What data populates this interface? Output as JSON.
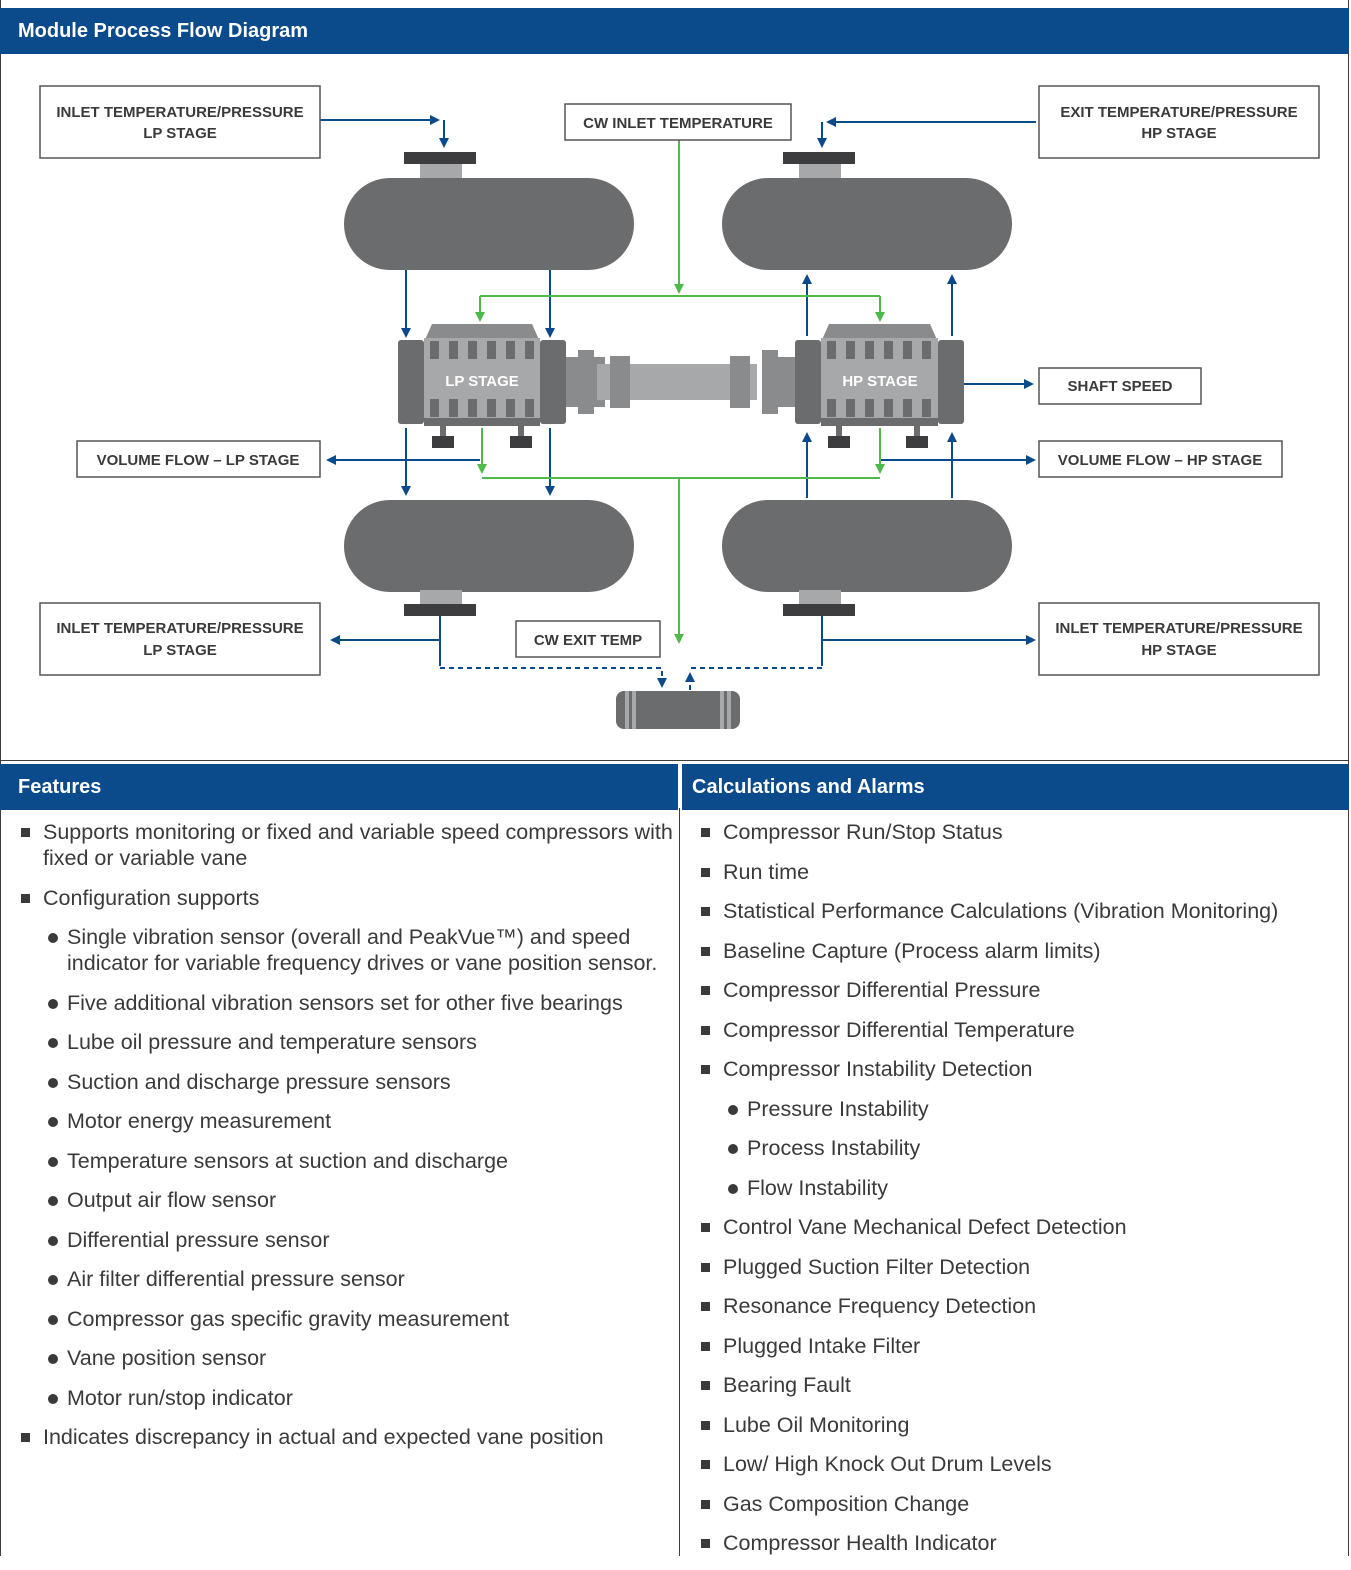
{
  "title": "Module Process Flow Diagram",
  "diagram": {
    "labels": {
      "inlet_lp_top": [
        "INLET TEMPERATURE/PRESSURE",
        "LP STAGE"
      ],
      "cw_inlet": "CW INLET TEMPERATURE",
      "exit_hp_top": [
        "EXIT TEMPERATURE/PRESSURE",
        "HP STAGE"
      ],
      "lp_stage": "LP STAGE",
      "hp_stage": "HP STAGE",
      "shaft_speed": "SHAFT SPEED",
      "volume_flow_lp": "VOLUME FLOW – LP STAGE",
      "volume_flow_hp": "VOLUME FLOW – HP STAGE",
      "inlet_lp_bottom": [
        "INLET TEMPERATURE/PRESSURE",
        "LP STAGE"
      ],
      "cw_exit": "CW EXIT TEMP",
      "inlet_hp_bottom": [
        "INLET TEMPERATURE/PRESSURE",
        "HP STAGE"
      ]
    },
    "colors": {
      "signal_blue": "#0b4a8b",
      "cooling_water_green": "#4fba4b",
      "equipment_gray": "#6b6c6e"
    }
  },
  "features": {
    "title": "Features",
    "items": [
      {
        "level": 1,
        "text": "Supports monitoring or fixed and variable speed compressors with fixed or variable vane"
      },
      {
        "level": 1,
        "text": "Configuration supports"
      },
      {
        "level": 2,
        "text": "Single vibration sensor (overall and PeakVue™) and speed indicator for variable frequency drives or vane position sensor."
      },
      {
        "level": 2,
        "text": "Five additional vibration sensors set for other five bearings"
      },
      {
        "level": 2,
        "text": "Lube oil pressure and temperature sensors"
      },
      {
        "level": 2,
        "text": "Suction and discharge pressure sensors"
      },
      {
        "level": 2,
        "text": "Motor energy measurement"
      },
      {
        "level": 2,
        "text": "Temperature sensors at suction and discharge"
      },
      {
        "level": 2,
        "text": "Output air flow sensor"
      },
      {
        "level": 2,
        "text": "Differential pressure sensor"
      },
      {
        "level": 2,
        "text": "Air filter differential pressure sensor"
      },
      {
        "level": 2,
        "text": "Compressor gas specific gravity measurement"
      },
      {
        "level": 2,
        "text": "Vane position sensor"
      },
      {
        "level": 2,
        "text": "Motor run/stop indicator"
      },
      {
        "level": 1,
        "text": "Indicates discrepancy in actual and expected vane position"
      }
    ]
  },
  "calculations": {
    "title": "Calculations and Alarms",
    "items": [
      {
        "level": 1,
        "text": "Compressor Run/Stop Status"
      },
      {
        "level": 1,
        "text": "Run time"
      },
      {
        "level": 1,
        "text": "Statistical Performance Calculations (Vibration Monitoring)"
      },
      {
        "level": 1,
        "text": "Baseline Capture (Process alarm limits)"
      },
      {
        "level": 1,
        "text": "Compressor Differential Pressure"
      },
      {
        "level": 1,
        "text": "Compressor Differential Temperature"
      },
      {
        "level": 1,
        "text": "Compressor Instability Detection"
      },
      {
        "level": 2,
        "text": "Pressure Instability"
      },
      {
        "level": 2,
        "text": "Process Instability"
      },
      {
        "level": 2,
        "text": "Flow Instability"
      },
      {
        "level": 1,
        "text": "Control Vane Mechanical Defect Detection"
      },
      {
        "level": 1,
        "text": "Plugged Suction Filter Detection"
      },
      {
        "level": 1,
        "text": "Resonance Frequency Detection"
      },
      {
        "level": 1,
        "text": "Plugged Intake Filter"
      },
      {
        "level": 1,
        "text": "Bearing Fault"
      },
      {
        "level": 1,
        "text": "Lube Oil Monitoring"
      },
      {
        "level": 1,
        "text": "Low/ High Knock Out Drum Levels"
      },
      {
        "level": 1,
        "text": "Gas Composition Change"
      },
      {
        "level": 1,
        "text": "Compressor Health Indicator"
      }
    ]
  }
}
